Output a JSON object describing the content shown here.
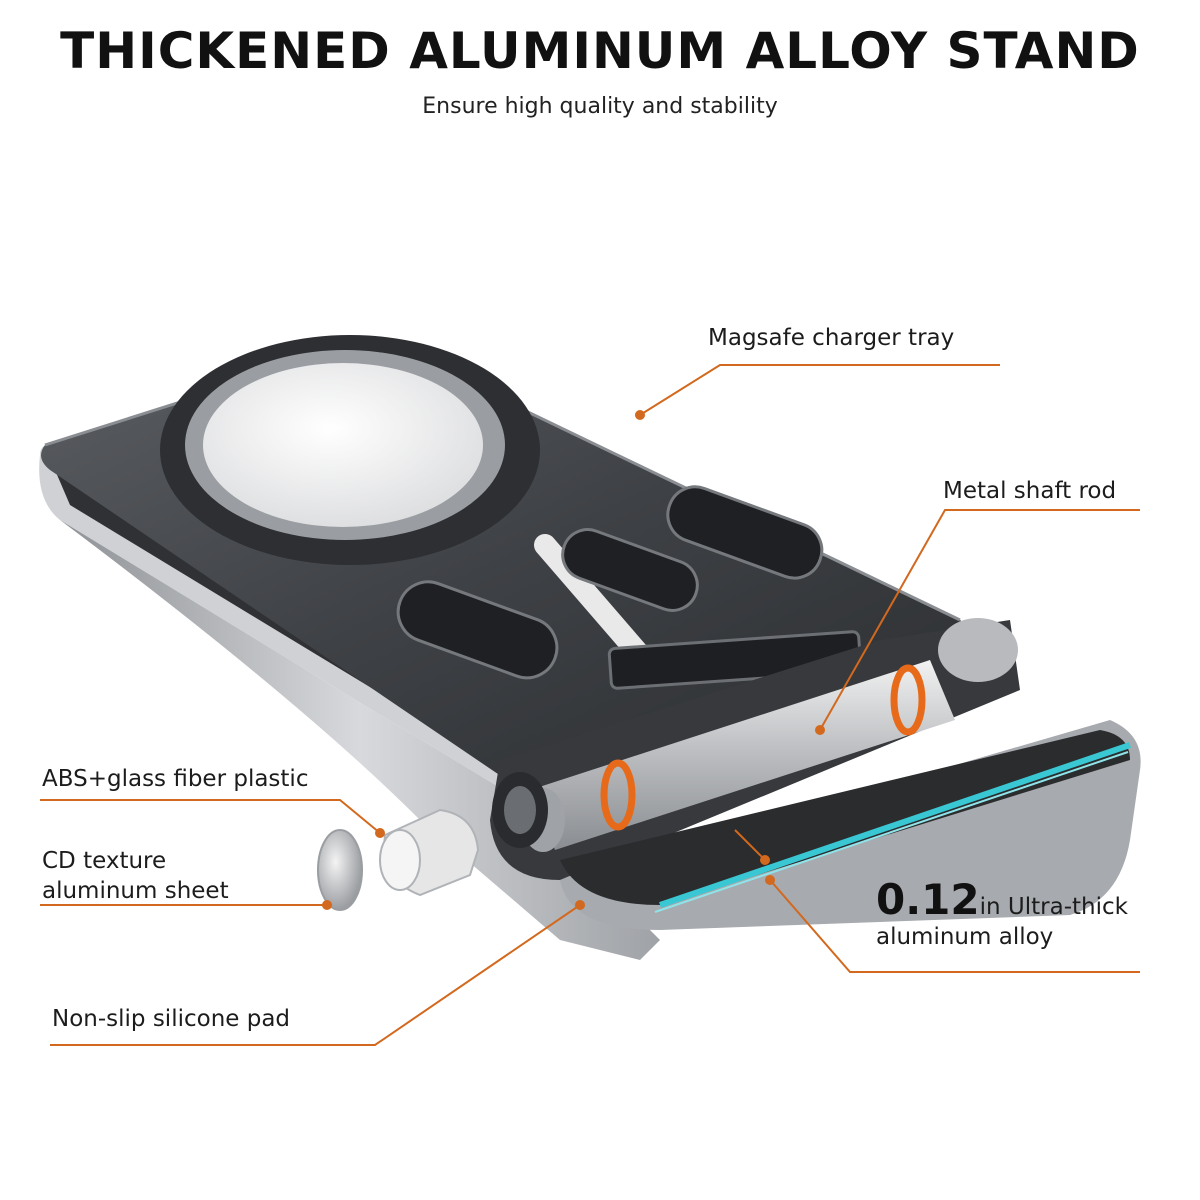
{
  "header": {
    "title": "THICKENED ALUMINUM ALLOY STAND",
    "subtitle": "Ensure high quality and stability"
  },
  "callouts": {
    "magsafe_tray": "Magsafe charger  tray",
    "shaft_rod": "Metal shaft rod",
    "abs_plastic": "ABS+glass fiber plastic",
    "cd_texture_line1": "CD texture",
    "cd_texture_line2": "aluminum sheet",
    "silicone_pad": "Non-slip silicone pad",
    "thickness_value": "0.12",
    "thickness_unit": "in",
    "thickness_text_line1": " Ultra-thick",
    "thickness_text_line2": "aluminum alloy"
  },
  "colors": {
    "accent_orange": "#d2691e",
    "aluminum_dark": "#45484c",
    "aluminum_light": "#c9cbce",
    "pad_black": "#2b2c2e",
    "edge_cyan": "#39c7d3"
  }
}
